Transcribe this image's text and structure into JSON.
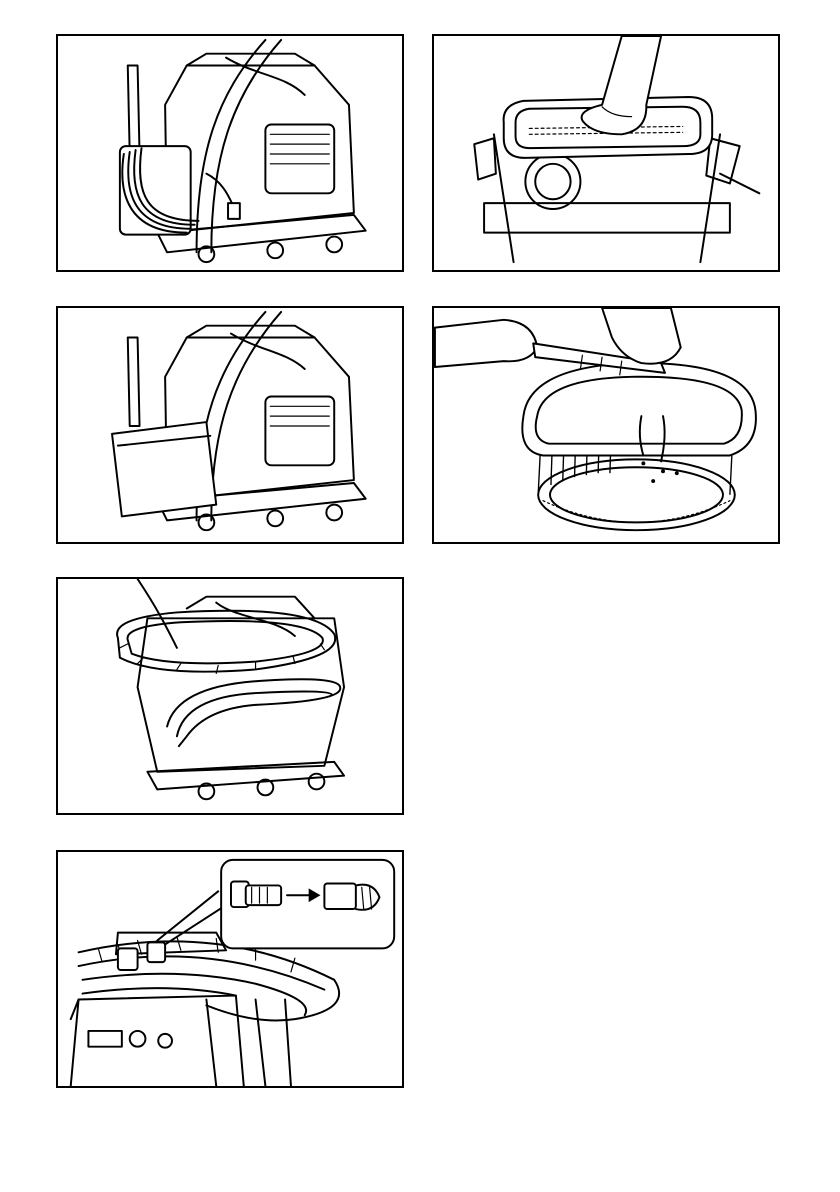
{
  "page": {
    "background": "#ffffff",
    "line_color": "#000000"
  },
  "figures": [
    {
      "id": "cord-wound-on-cord-hook",
      "icons": [
        "vacuum-cleaner-icon",
        "power-cord-icon",
        "cord-hook-icon"
      ]
    },
    {
      "id": "filter-in-tank",
      "icons": [
        "tank-icon",
        "hand-icon",
        "filter-icon"
      ]
    },
    {
      "id": "accessory-holder-attached",
      "icons": [
        "vacuum-cleaner-icon",
        "accessory-holder-icon"
      ]
    },
    {
      "id": "filter-cleaning",
      "icons": [
        "filter-icon",
        "hand-icon",
        "brush-icon",
        "water-drops-icon"
      ]
    },
    {
      "id": "hose-wound-on-cleaner",
      "icons": [
        "vacuum-cleaner-icon",
        "hose-icon"
      ]
    },
    {
      "id": "hose-connection-detail",
      "icons": [
        "hose-icon",
        "hose-connector-icon",
        "arrow-right-icon"
      ]
    }
  ]
}
